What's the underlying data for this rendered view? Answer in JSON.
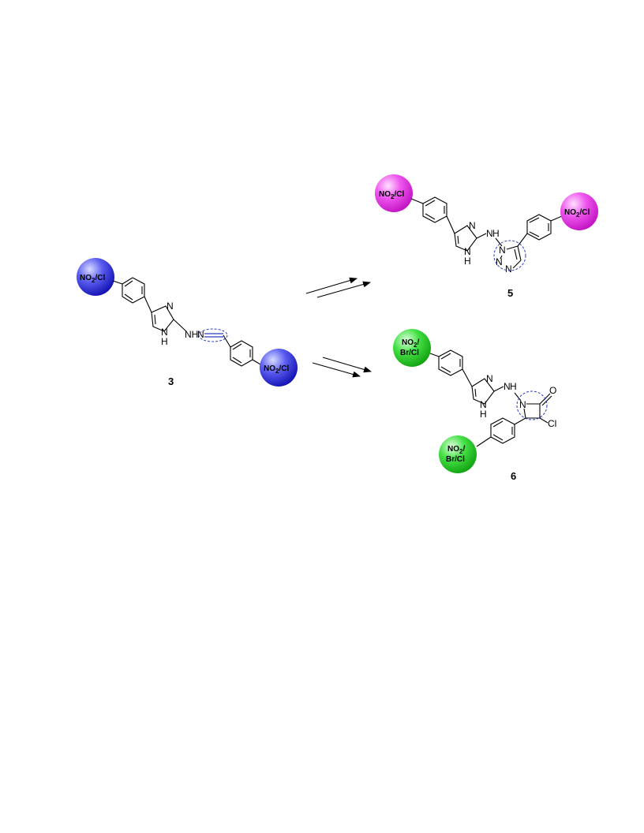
{
  "compounds": {
    "start": {
      "number": "3"
    },
    "product_triazole": {
      "number": "5"
    },
    "product_lactam": {
      "number": "6"
    }
  },
  "substituents": {
    "start_top": {
      "text": "NO2/Cl",
      "main": "NO",
      "sub": "2",
      "tail": "/Cl",
      "color": "#2a2ad8"
    },
    "start_bottom": {
      "text": "NO2/Cl",
      "main": "NO",
      "sub": "2",
      "tail": "/Cl",
      "color": "#2a2ad8"
    },
    "p5_left": {
      "text": "NO2/Cl",
      "main": "NO",
      "sub": "2",
      "tail": "/Cl",
      "color": "#e020e0"
    },
    "p5_right": {
      "text": "NO2/Cl",
      "main": "NO",
      "sub": "2",
      "tail": "/Cl",
      "color": "#e020e0"
    },
    "p6_top": {
      "line1_main": "NO",
      "line1_sub": "2",
      "line1_tail": "/",
      "line2": "Br/Cl",
      "color": "#1fd21f"
    },
    "p6_bottom": {
      "line1_main": "NO",
      "line1_sub": "2",
      "line1_tail": "/",
      "line2": "Br/Cl",
      "color": "#1fd21f"
    }
  },
  "atoms": {
    "N": "N",
    "NH": "NH",
    "H": "H",
    "O": "O",
    "Cl": "Cl"
  },
  "colors": {
    "highlight_ring": "#2b3fbf",
    "imine_bond": "#2b3fbf"
  }
}
